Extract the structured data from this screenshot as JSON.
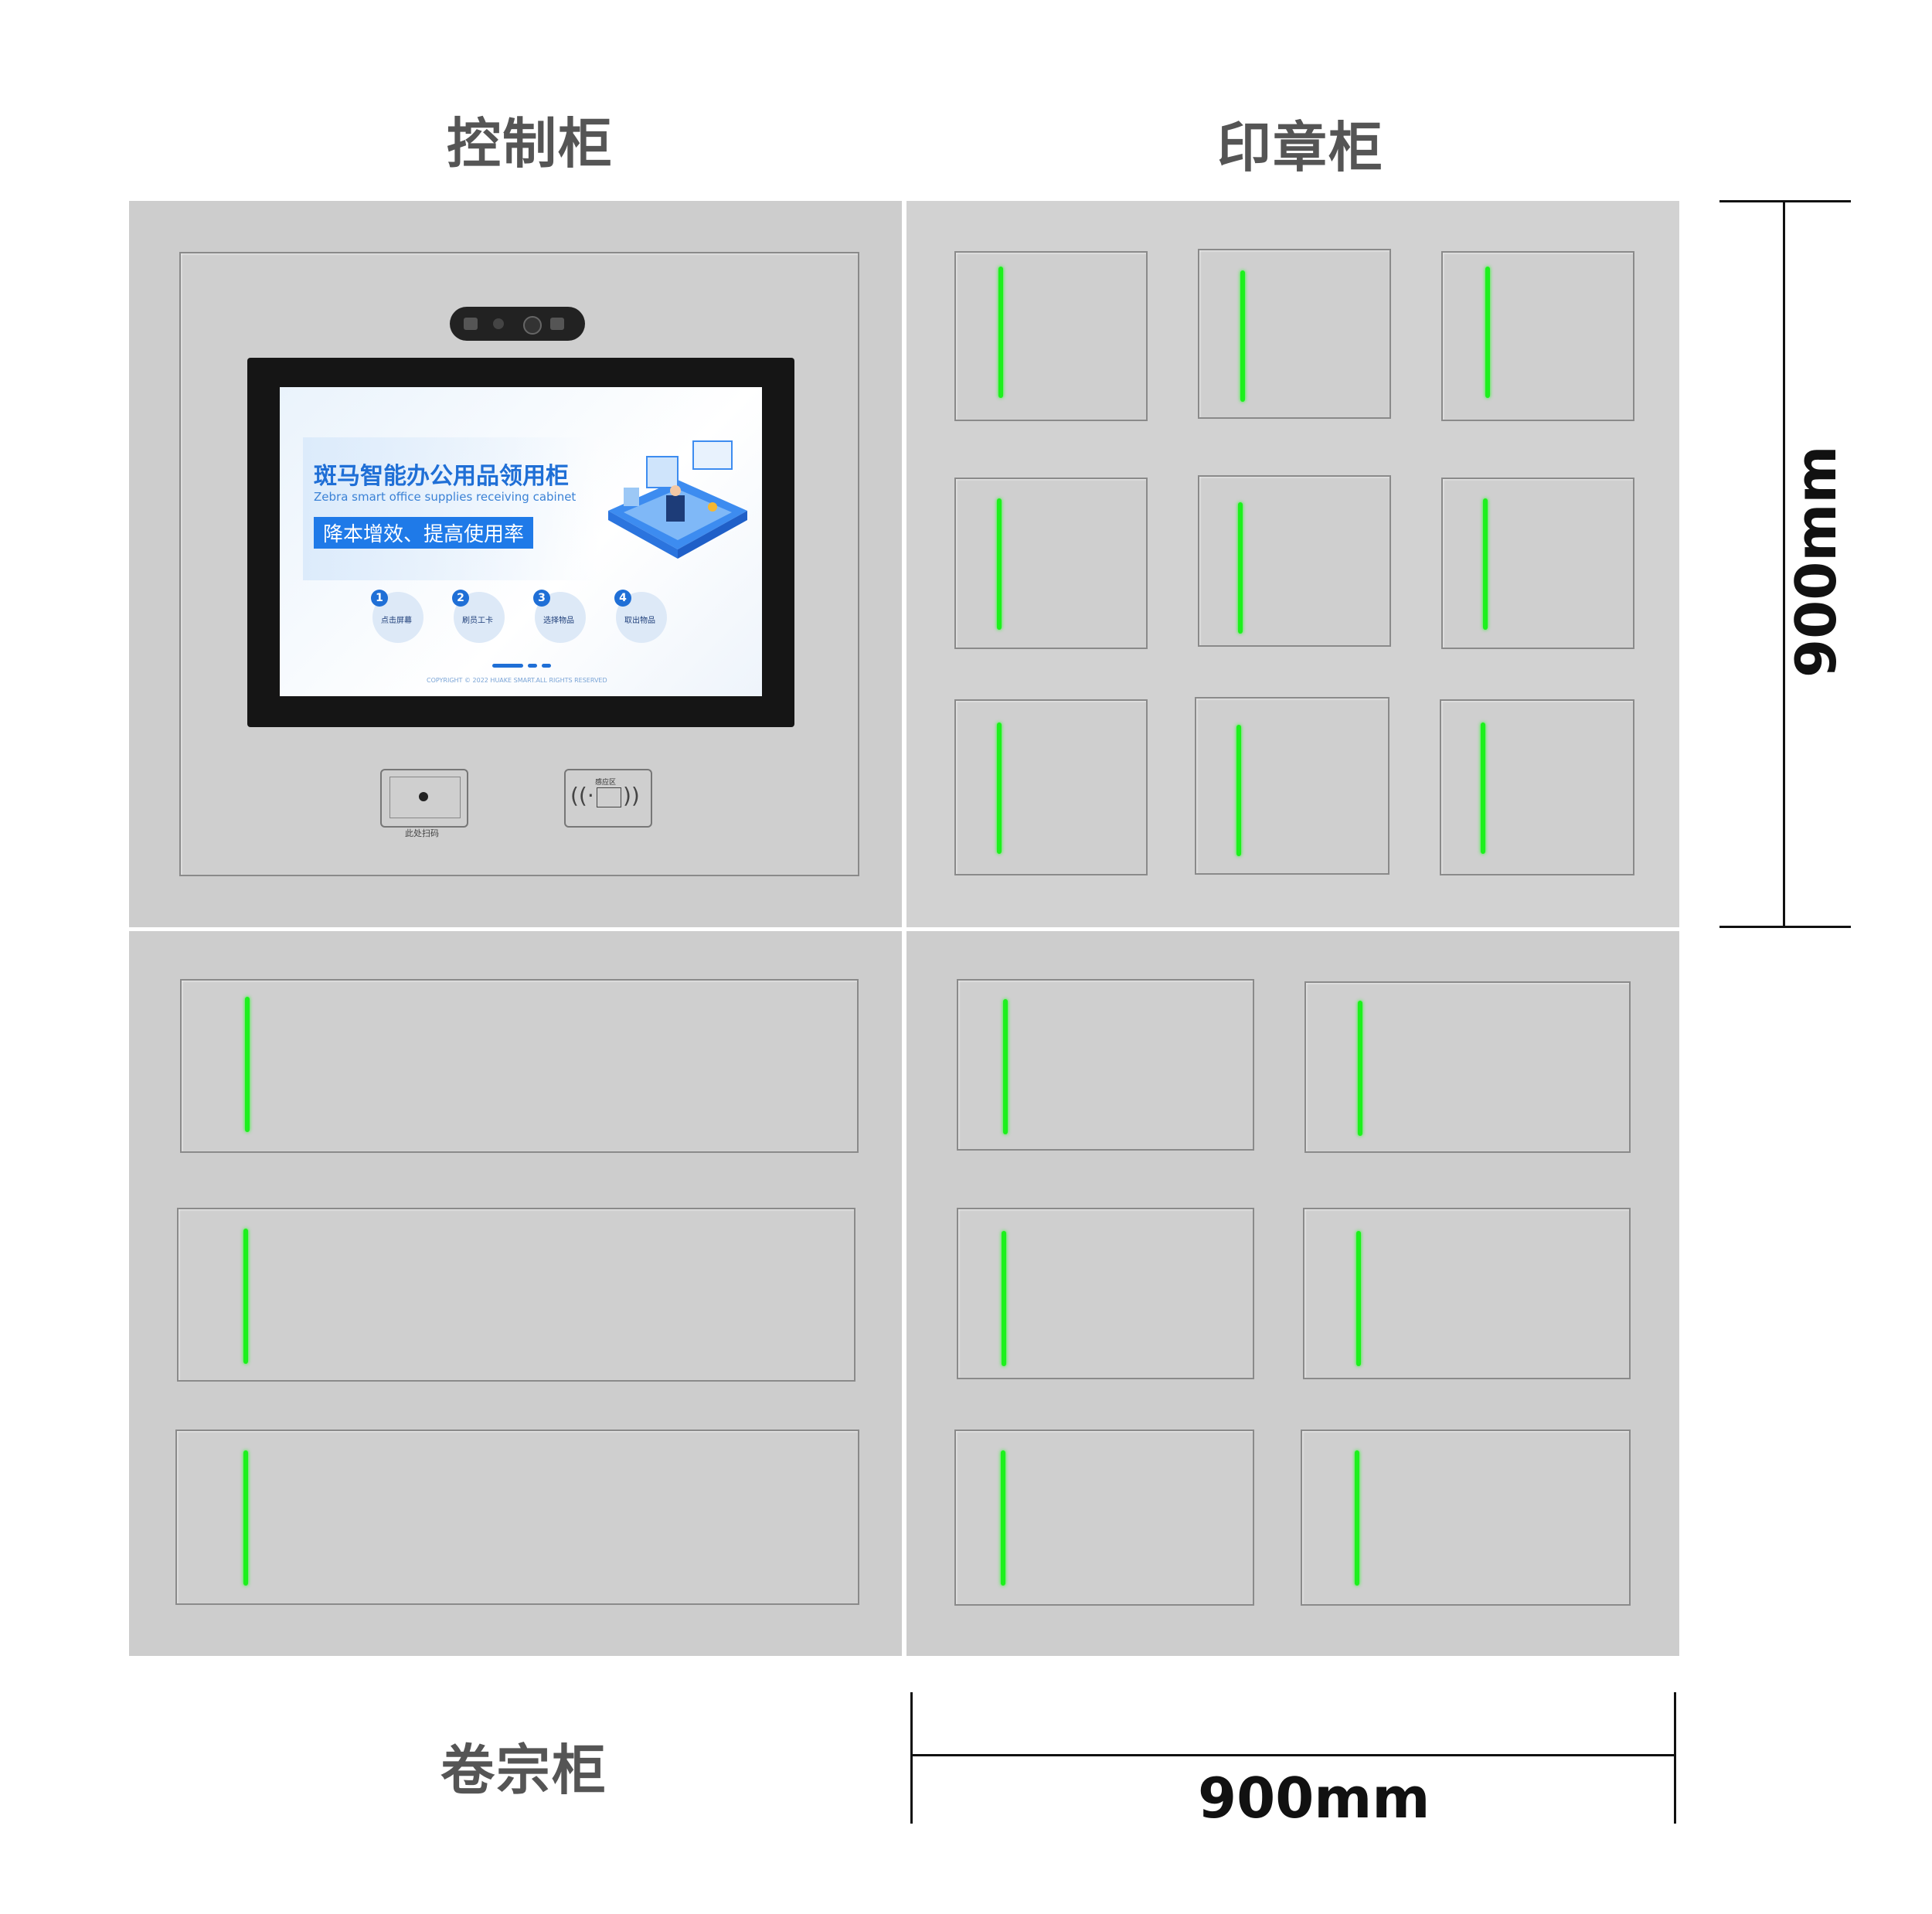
{
  "labels": {
    "control_cabinet": "控制柜",
    "seal_cabinet": "印章柜",
    "file_cabinet": "卷宗柜",
    "height_dim": "900mm",
    "width_dim": "900mm"
  },
  "screen": {
    "title": "斑马智能办公用品领用柜",
    "subtitle": "Zebra smart office supplies receiving cabinet",
    "slogan": "降本增效、提高使用率",
    "steps": [
      {
        "num": "1",
        "label": "点击屏幕"
      },
      {
        "num": "2",
        "label": "刷员工卡"
      },
      {
        "num": "3",
        "label": "选择物品"
      },
      {
        "num": "4",
        "label": "取出物品"
      }
    ],
    "copyright": "COPYRIGHT © 2022 HUAKE SMART.ALL RIGHTS RESERVED"
  },
  "readers": {
    "qr_label": "此处扫码",
    "nfc_label": "感应区"
  },
  "colors": {
    "led": "#1df01d",
    "cabinet": "#cdcdcd",
    "accent": "#1f7ae8"
  }
}
